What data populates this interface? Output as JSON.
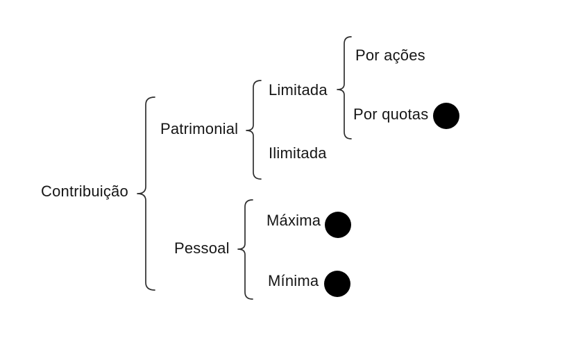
{
  "diagram": {
    "title": "Contribuição",
    "tree": {
      "label": "Contribuição",
      "children": [
        {
          "label": "Patrimonial",
          "children": [
            {
              "label": "Limitada",
              "children": [
                {
                  "label": "Por ações",
                  "marker": "none"
                },
                {
                  "label": "Por quotas",
                  "marker": "filled-circle"
                }
              ]
            },
            {
              "label": "Ilimitada",
              "marker": "none"
            }
          ]
        },
        {
          "label": "Pessoal",
          "children": [
            {
              "label": "Máxima",
              "marker": "filled-circle"
            },
            {
              "label": "Mínima",
              "marker": "filled-circle"
            }
          ]
        }
      ]
    },
    "colors": {
      "text": "#161616",
      "brace": "#2e2e2e",
      "marker": "#000000",
      "background": "#ffffff"
    }
  }
}
